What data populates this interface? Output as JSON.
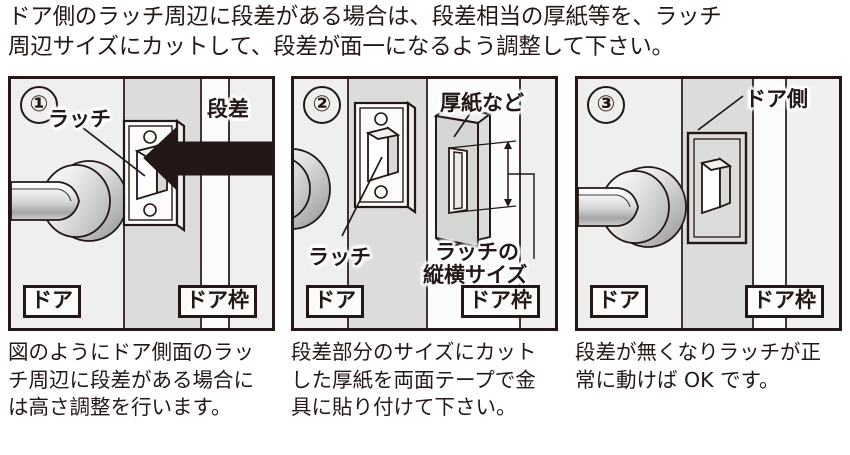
{
  "header": {
    "line1": "ドア側のラッチ周辺に段差がある場合は、段差相当の厚紙等を、ラッチ",
    "line2": "周辺サイズにカットして、段差が面一になるよう調整して下さい。"
  },
  "panels": [
    {
      "number": "①",
      "labels": {
        "latch": "ラッチ",
        "step": "段差",
        "door_tag": "ドア",
        "frame_tag": "ドア枠"
      },
      "icons": {
        "arrow": "left-arrow-icon",
        "handle": "door-lever-handle-icon",
        "latch_plate": "latch-faceplate-icon"
      }
    },
    {
      "number": "②",
      "labels": {
        "latch": "ラッチ",
        "cardboard": "厚紙など",
        "size_line1": "ラッチの",
        "size_line2": "縦横サイズ",
        "door_tag": "ドア",
        "frame_tag": "ドア枠"
      },
      "icons": {
        "handle": "door-lever-handle-icon",
        "latch_plate": "latch-faceplate-icon",
        "cardboard_shim": "cardboard-shim-icon",
        "dimension": "dimension-arrow-icon"
      }
    },
    {
      "number": "③",
      "labels": {
        "door_side": "ドア側",
        "door_tag": "ドア",
        "frame_tag": "ドア枠"
      },
      "icons": {
        "handle": "door-lever-handle-icon",
        "latch_plate": "latch-faceplate-flush-icon"
      }
    }
  ],
  "captions": [
    {
      "line1": "図のようにドア側面のラッ",
      "line2": "チ周辺に段差がある場合に",
      "line3": "は高さ調整を行います。"
    },
    {
      "line1": "段差部分のサイズにカット",
      "line2": "した厚紙を両面テープで金",
      "line3": "具に貼り付けて下さい。"
    },
    {
      "line1": "段差が無くなりラッチが正",
      "line2": "常に動けば OK です。",
      "line3": ""
    }
  ],
  "colors": {
    "ink": "#231815",
    "door_face": "#efefed",
    "step_band": "#dcdcda",
    "frame_white": "#fbfbfa",
    "metal_light": "#f4f4f3",
    "metal_mid": "#c9c9c8",
    "metal_dark": "#9b9b9a"
  }
}
